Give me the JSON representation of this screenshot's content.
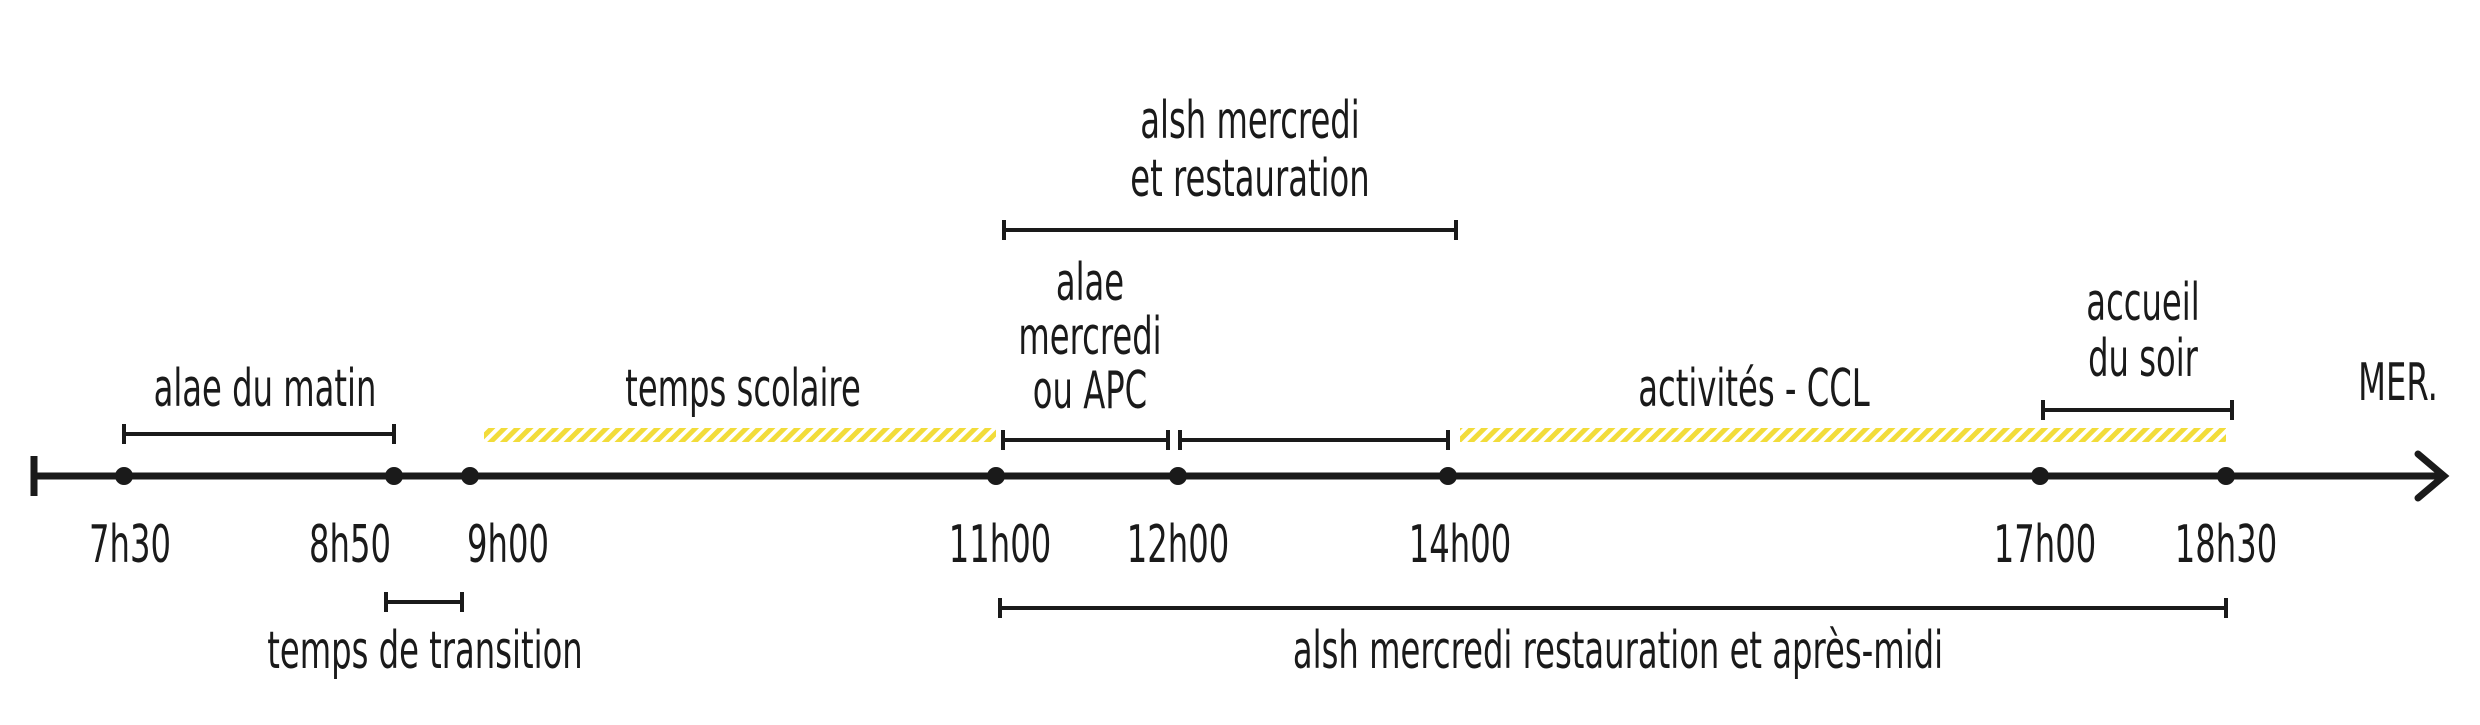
{
  "colors": {
    "ink": "#1a1a1a",
    "highlight": "#f2dc3a",
    "background": "#ffffff"
  },
  "day_label": "MER.",
  "times": [
    {
      "id": "t0730",
      "label": "7h30"
    },
    {
      "id": "t0850",
      "label": "8h50"
    },
    {
      "id": "t0900",
      "label": "9h00"
    },
    {
      "id": "t1100",
      "label": "11h00"
    },
    {
      "id": "t1200",
      "label": "12h00"
    },
    {
      "id": "t1400",
      "label": "14h00"
    },
    {
      "id": "t1700",
      "label": "17h00"
    },
    {
      "id": "t1830",
      "label": "18h30"
    }
  ],
  "periods": [
    {
      "id": "alae-matin",
      "label_lines": [
        "alae du matin"
      ],
      "style": "bracket"
    },
    {
      "id": "temps-scolaire",
      "label_lines": [
        "temps scolaire"
      ],
      "style": "hatched"
    },
    {
      "id": "alae-mercredi",
      "label_lines": [
        "alae",
        "mercredi",
        "ou APC"
      ],
      "style": "bracket"
    },
    {
      "id": "midi",
      "label_lines": [],
      "style": "bracket"
    },
    {
      "id": "alsh-restauration",
      "label_lines": [
        "alsh   mercredi",
        "et restauration"
      ],
      "style": "bracket"
    },
    {
      "id": "activites-ccl",
      "label_lines": [
        "activités - CCL"
      ],
      "style": "hatched"
    },
    {
      "id": "accueil-soir",
      "label_lines": [
        "accueil",
        "du soir"
      ],
      "style": "bracket"
    },
    {
      "id": "transition",
      "label_lines": [
        "temps de transition"
      ],
      "style": "bracket"
    },
    {
      "id": "alsh-apres-midi",
      "label_lines": [
        "alsh mercredi restauration et après-midi"
      ],
      "style": "bracket"
    }
  ]
}
